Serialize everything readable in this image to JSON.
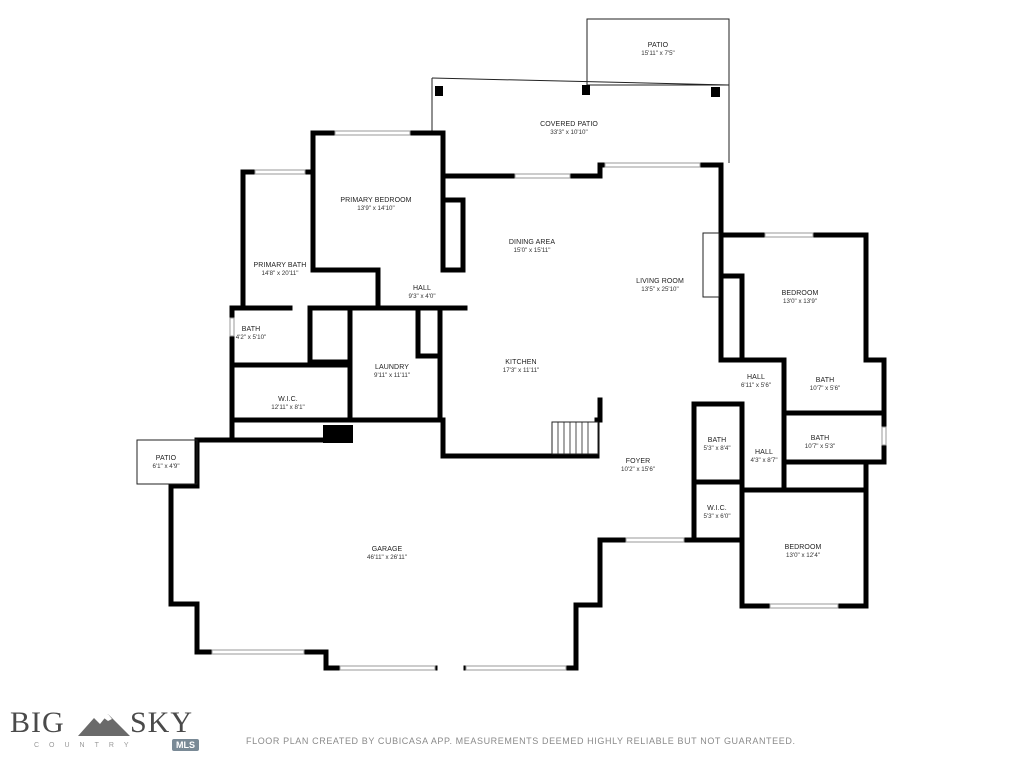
{
  "rooms": [
    {
      "id": "patio-top",
      "name": "PATIO",
      "dims": "15'11\" x 7'5\""
    },
    {
      "id": "covered-patio",
      "name": "COVERED PATIO",
      "dims": "33'3\" x 10'10\""
    },
    {
      "id": "primary-bedroom",
      "name": "PRIMARY BEDROOM",
      "dims": "13'9\" x 14'10\""
    },
    {
      "id": "primary-bath",
      "name": "PRIMARY BATH",
      "dims": "14'8\" x 20'11\""
    },
    {
      "id": "dining-area",
      "name": "DINING AREA",
      "dims": "15'0\" x 15'11\""
    },
    {
      "id": "living-room",
      "name": "LIVING ROOM",
      "dims": "13'5\" x 25'10\""
    },
    {
      "id": "bedroom-1",
      "name": "BEDROOM",
      "dims": "13'0\" x 13'9\""
    },
    {
      "id": "hall-1",
      "name": "HALL",
      "dims": "9'3\" x 4'0\""
    },
    {
      "id": "bath-small",
      "name": "BATH",
      "dims": "4'2\" x 5'10\""
    },
    {
      "id": "laundry",
      "name": "LAUNDRY",
      "dims": "9'11\" x 11'11\""
    },
    {
      "id": "kitchen",
      "name": "KITCHEN",
      "dims": "17'3\" x 11'11\""
    },
    {
      "id": "hall-2",
      "name": "HALL",
      "dims": "6'11\" x 5'6\""
    },
    {
      "id": "bath-2",
      "name": "BATH",
      "dims": "10'7\" x 5'6\""
    },
    {
      "id": "wic-1",
      "name": "W.I.C.",
      "dims": "12'11\" x 8'1\""
    },
    {
      "id": "bath-3",
      "name": "BATH",
      "dims": "5'3\" x 8'4\""
    },
    {
      "id": "bath-4",
      "name": "BATH",
      "dims": "10'7\" x 5'3\""
    },
    {
      "id": "hall-3",
      "name": "HALL",
      "dims": "4'3\" x 8'7\""
    },
    {
      "id": "patio-left",
      "name": "PATIO",
      "dims": "6'1\" x 4'9\""
    },
    {
      "id": "foyer",
      "name": "FOYER",
      "dims": "10'2\" x 15'6\""
    },
    {
      "id": "wic-2",
      "name": "W.I.C.",
      "dims": "5'3\" x 6'0\""
    },
    {
      "id": "garage",
      "name": "GARAGE",
      "dims": "46'11\" x 26'11\""
    },
    {
      "id": "bedroom-2",
      "name": "BEDROOM",
      "dims": "13'0\" x 12'4\""
    }
  ],
  "logo": {
    "word1": "BIG",
    "word2": "SKY",
    "tagline": "COUNTRY",
    "badge": "MLS"
  },
  "footer": {
    "note": "FLOOR PLAN CREATED BY CUBICASA APP. MEASUREMENTS DEEMED HIGHLY RELIABLE BUT NOT GUARANTEED."
  }
}
